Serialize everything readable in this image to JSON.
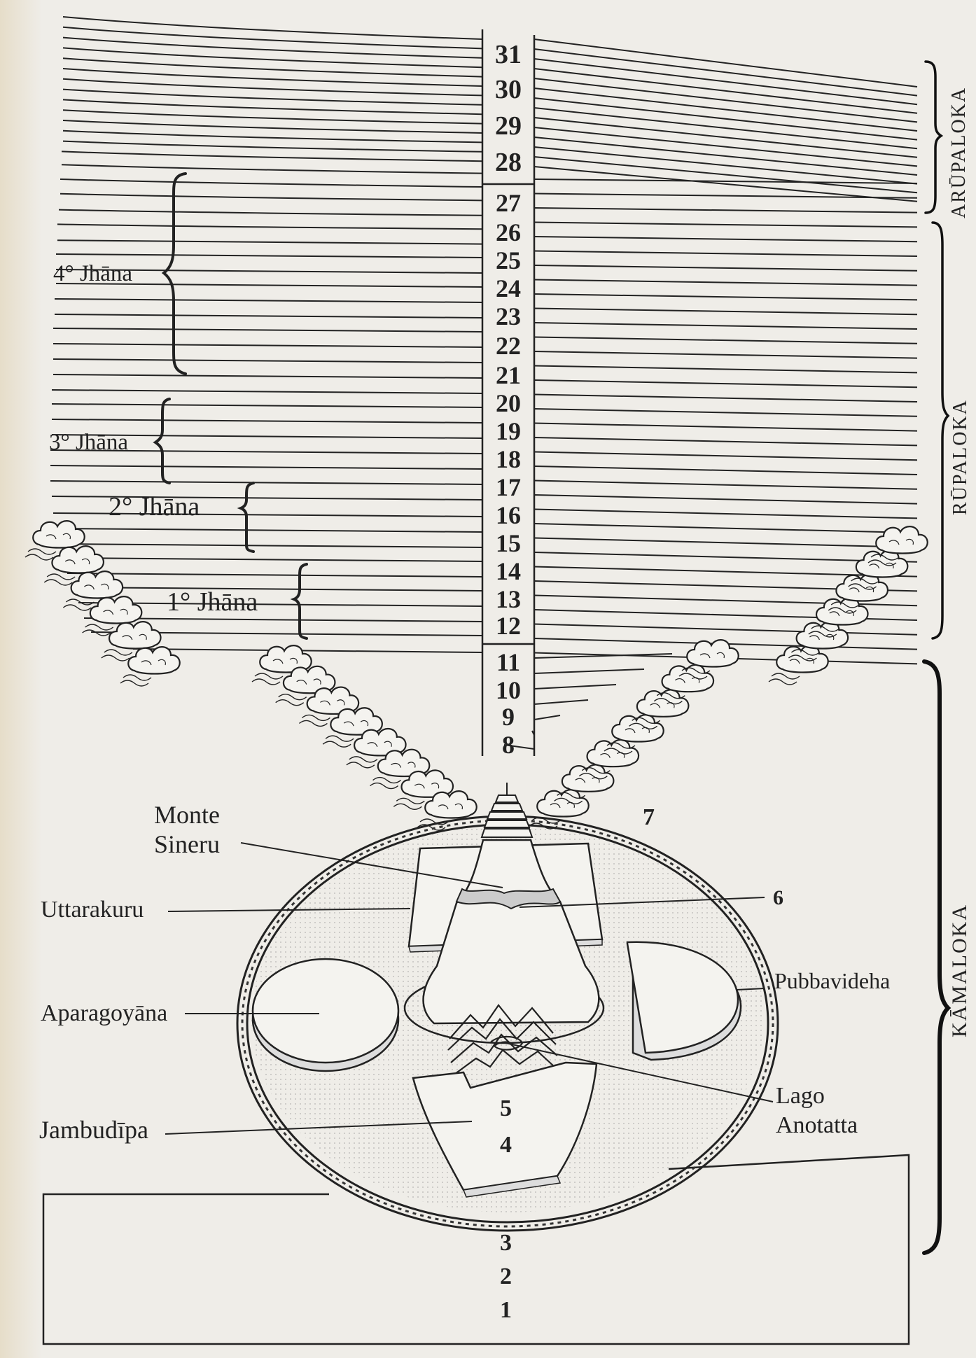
{
  "realm_numbers": [
    "31",
    "30",
    "29",
    "28",
    "27",
    "26",
    "25",
    "24",
    "23",
    "22",
    "21",
    "20",
    "19",
    "18",
    "17",
    "16",
    "15",
    "14",
    "13",
    "12",
    "11",
    "10",
    "9",
    "8"
  ],
  "realms": {
    "arupaloka": "ARŪPALOKA",
    "rupaloka": "RŪPALOKA",
    "kamaloka": "KĀMALOKA"
  },
  "jhanas": {
    "fourth": "4° Jhāna",
    "third": "3° Jhāna",
    "second": "2° Jhāna",
    "first": "1° Jhāna"
  },
  "labels": {
    "monte": "Monte",
    "sineru": "Sineru",
    "uttarakuru": "Uttarakuru",
    "aparagoyana": "Aparagoyāna",
    "jambudipa": "Jambudīpa",
    "pubbavideha": "Pubbavideha",
    "lago": "Lago",
    "anotatta": "Anotatta"
  },
  "numbers": {
    "n7": "7",
    "n6": "6",
    "n5": "5",
    "n4": "4",
    "n3": "3",
    "n2": "2",
    "n1": "1"
  }
}
